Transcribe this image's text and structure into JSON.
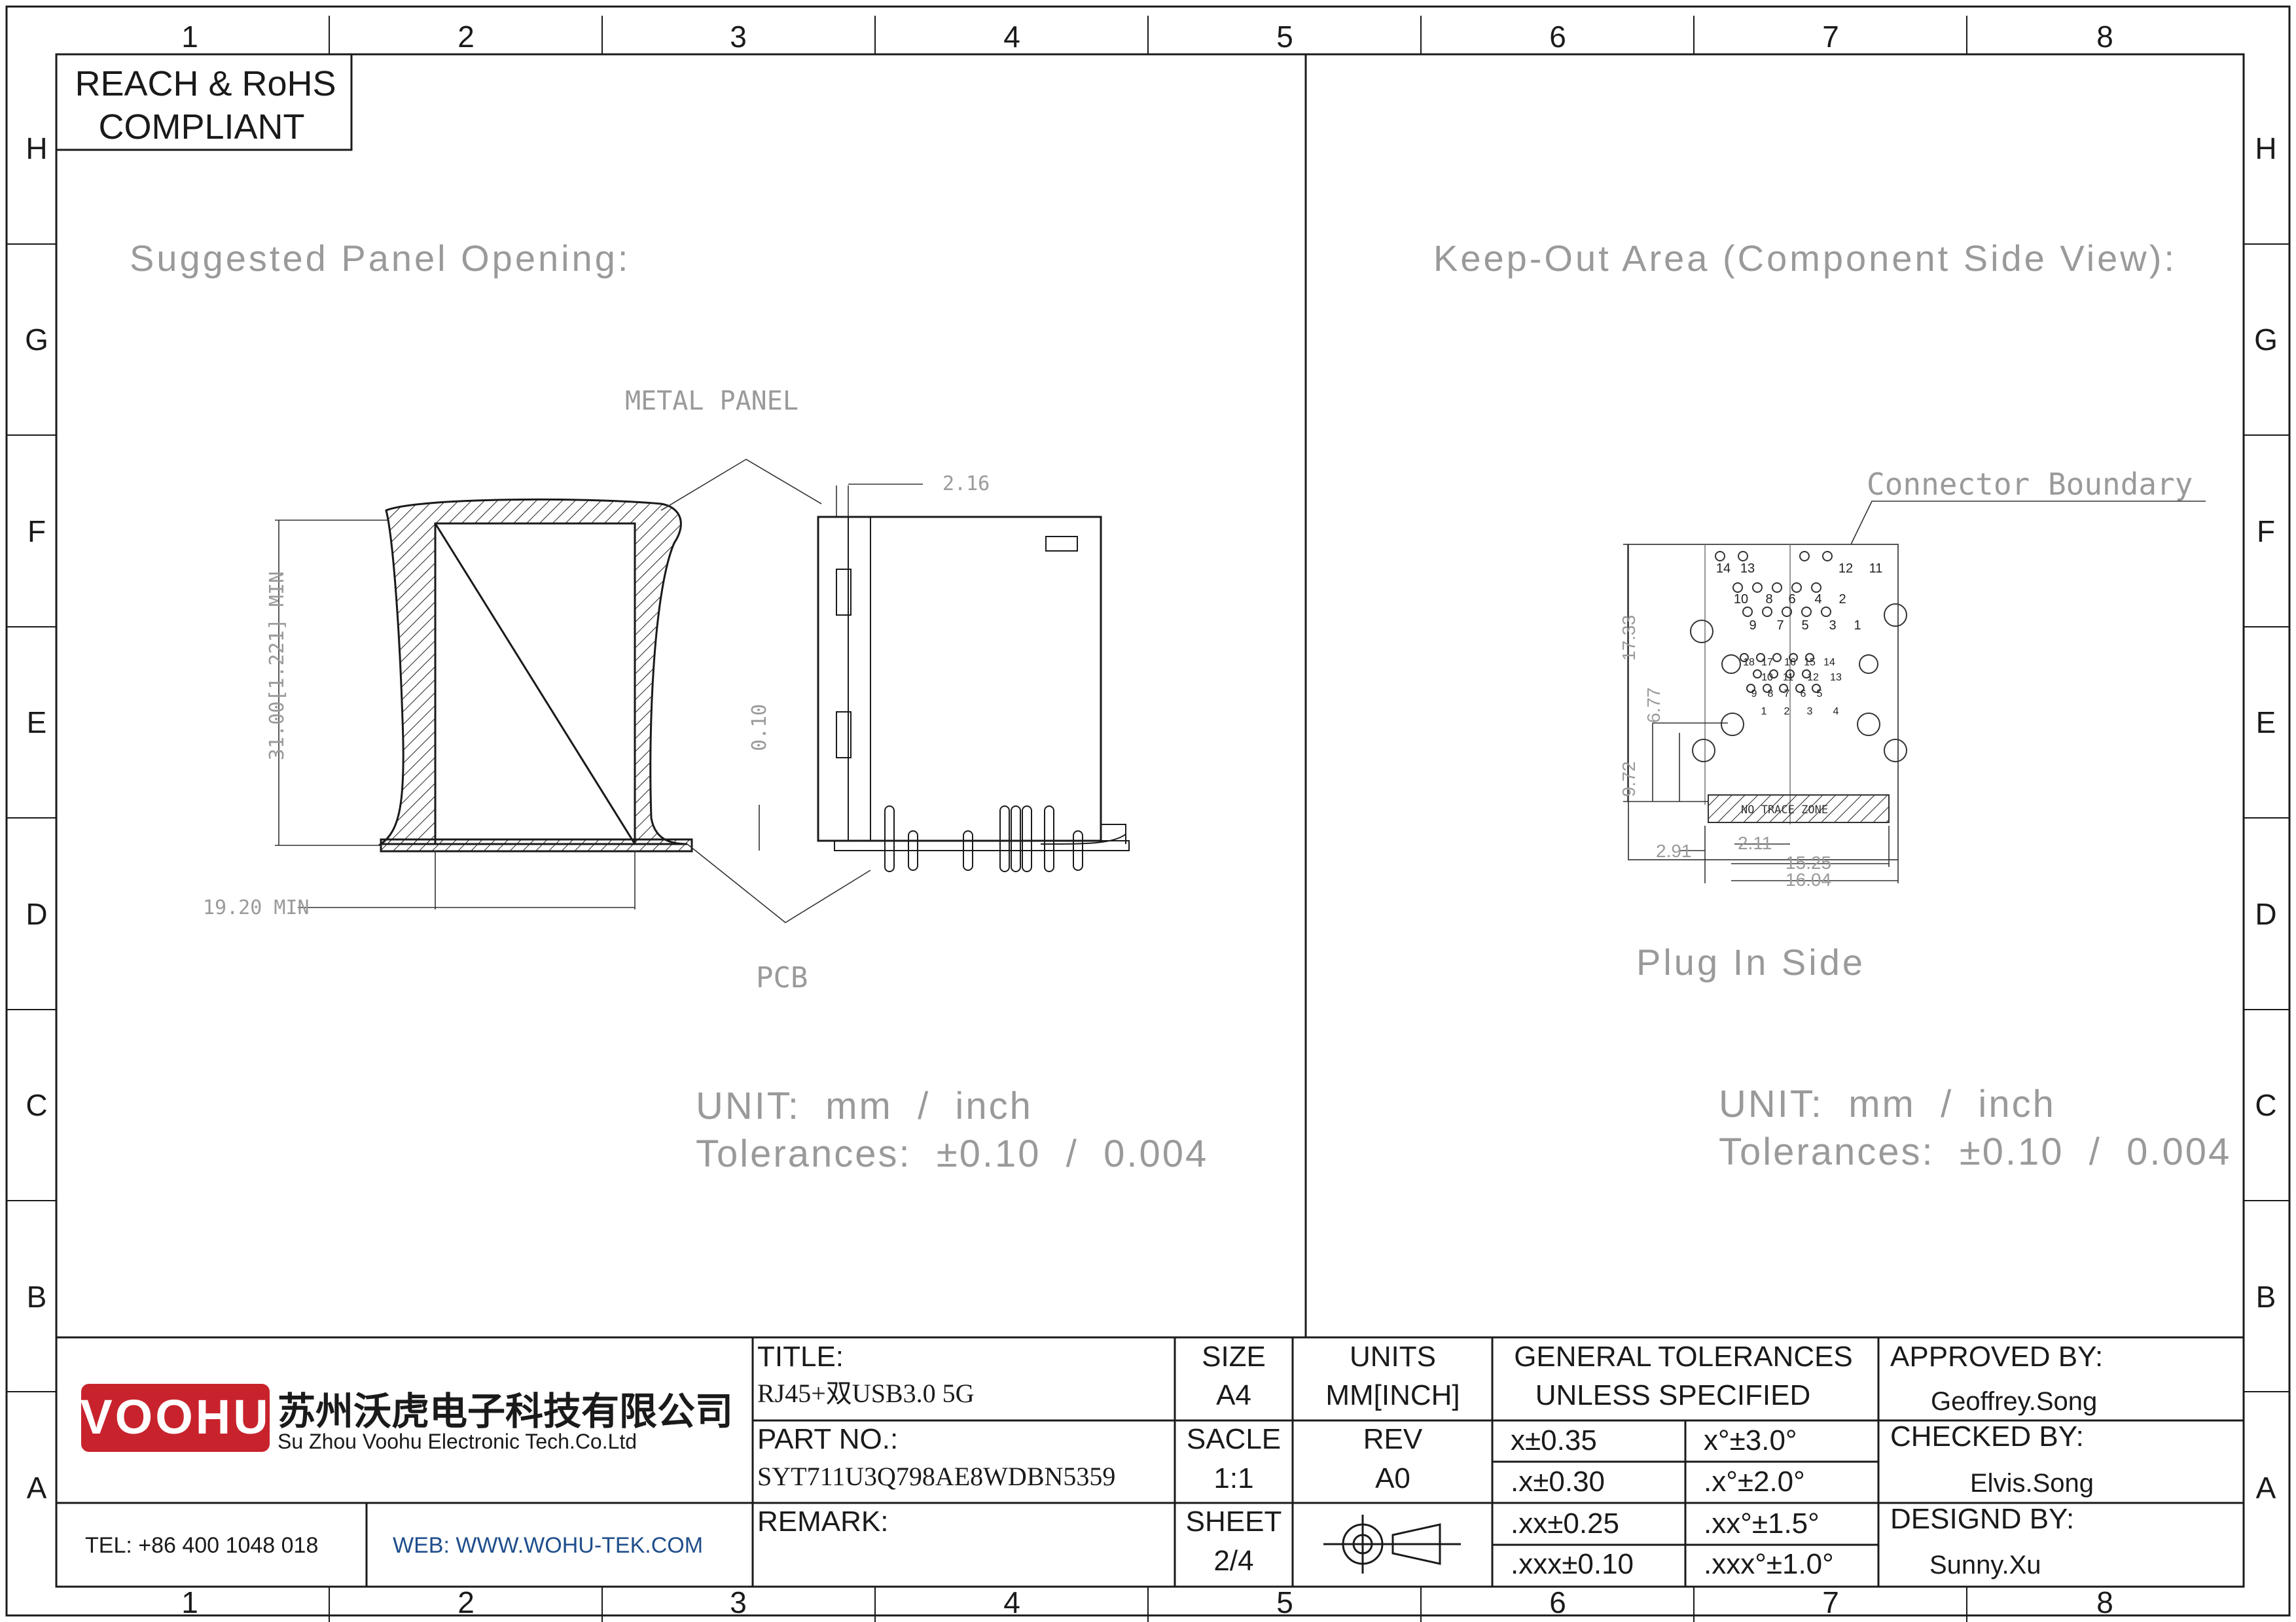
{
  "border": {
    "columns": [
      "1",
      "2",
      "3",
      "4",
      "5",
      "6",
      "7",
      "8"
    ],
    "rows": [
      "H",
      "G",
      "F",
      "E",
      "D",
      "C",
      "B",
      "A"
    ]
  },
  "compliance": {
    "line1": "REACH & RoHS",
    "line2": "COMPLIANT"
  },
  "left_view": {
    "heading": "Suggested Panel Opening:",
    "metal_panel_label": "METAL PANEL",
    "pcb_label": "PCB",
    "dim_height": "31.00[1.221] MIN",
    "dim_width": "19.20 MIN",
    "dim_gap": "0.10",
    "dim_top": "2.16",
    "unit_line": "UNIT:  mm  /  inch",
    "tolerance_line": "Tolerances:  ±0.10  /  0.004"
  },
  "right_view": {
    "heading": "Keep-Out Area (Component Side View):",
    "boundary_label": "Connector Boundary",
    "no_trace_zone": "NO TRACE ZONE",
    "plug_label": "Plug In Side",
    "dims": {
      "d1733": "17.33",
      "d677": "6.77",
      "d972": "9.72",
      "d291": "2.91",
      "d211": "2.11",
      "d1525": "15.25",
      "d1604": "16.04"
    },
    "pin_row_top": [
      "14",
      "13",
      "12",
      "11"
    ],
    "pin_row_2": [
      "10",
      "8",
      "6",
      "4",
      "2"
    ],
    "pin_row_3": [
      "9",
      "7",
      "5",
      "3",
      "1"
    ],
    "usb_pins": [
      "18",
      "17",
      "16",
      "15",
      "14",
      "10",
      "11",
      "12",
      "13",
      "9",
      "8",
      "7",
      "6",
      "5",
      "1",
      "2",
      "3",
      "4"
    ],
    "unit_line": "UNIT:  mm  /  inch",
    "tolerance_line": "Tolerances:  ±0.10  /  0.004"
  },
  "title_block": {
    "logo": "VOOHU",
    "company_cn": "苏州沃虎电子科技有限公司",
    "company_en": "Su Zhou Voohu Electronic Tech.Co.Ltd",
    "tel": "TEL: +86 400 1048 018",
    "web": "WEB: WWW.WOHU-TEK.COM",
    "title_label": "TITLE:",
    "title_value": "RJ45+双USB3.0 5G",
    "part_label": "PART NO.:",
    "part_value": "SYT711U3Q798AE8WDBN5359",
    "remark_label": "REMARK:",
    "size_label": "SIZE",
    "size_value": "A4",
    "scale_label": "SACLE",
    "scale_value": "1:1",
    "sheet_label": "SHEET",
    "sheet_value": "2/4",
    "units_label": "UNITS",
    "units_value": "MM[INCH]",
    "rev_label": "REV",
    "rev_value": "A0",
    "gen_tol_1": "GENERAL TOLERANCES",
    "gen_tol_2": "UNLESS SPECIFIED",
    "tol": [
      "x±0.35",
      "x°±3.0°",
      ".x±0.30",
      ".x°±2.0°",
      ".xx±0.25",
      ".xx°±1.5°",
      ".xxx±0.10",
      ".xxx°±1.0°"
    ],
    "approved_label": "APPROVED BY:",
    "approved_value": "Geoffrey.Song",
    "checked_label": "CHECKED BY:",
    "checked_value": "Elvis.Song",
    "design_label": "DESIGND BY:",
    "design_value": "Sunny.Xu"
  },
  "colors": {
    "logo_red": "#c8232c",
    "web_blue": "#1f4e8c",
    "annotation_gray": "#9a9a9a"
  }
}
